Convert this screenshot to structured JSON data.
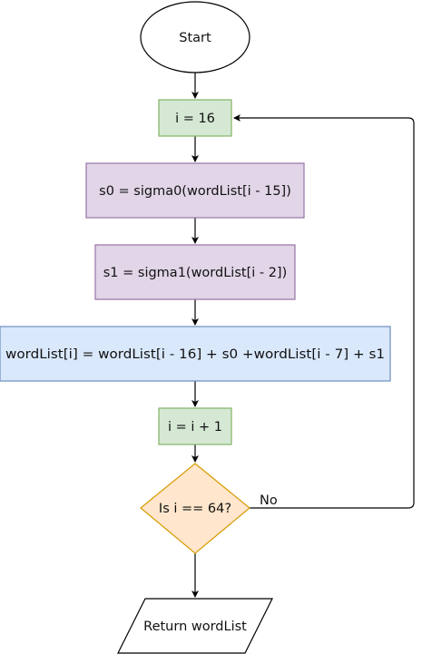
{
  "flowchart": {
    "start": {
      "label": "Start"
    },
    "init": {
      "label": "i = 16"
    },
    "s0_step": {
      "label": "s0 = sigma0(wordList[i - 15])"
    },
    "s1_step": {
      "label": "s1 = sigma1(wordList[i - 2])"
    },
    "word_update": {
      "label": "wordList[i] = wordList[i - 16] + s0 +wordList[i - 7] + s1"
    },
    "increment": {
      "label": "i = i + 1"
    },
    "decision": {
      "label": "Is i == 64?",
      "no_label": "No"
    },
    "output": {
      "label": "Return wordList"
    }
  },
  "colors": {
    "green_fill": "#d5e8d4",
    "green_stroke": "#82b366",
    "purple_fill": "#e1d5e7",
    "purple_stroke": "#9673a6",
    "blue_fill": "#dae8fc",
    "blue_stroke": "#6c8ebf",
    "orange_fill": "#ffe6cc",
    "orange_stroke": "#d79b00",
    "line": "#000000"
  }
}
